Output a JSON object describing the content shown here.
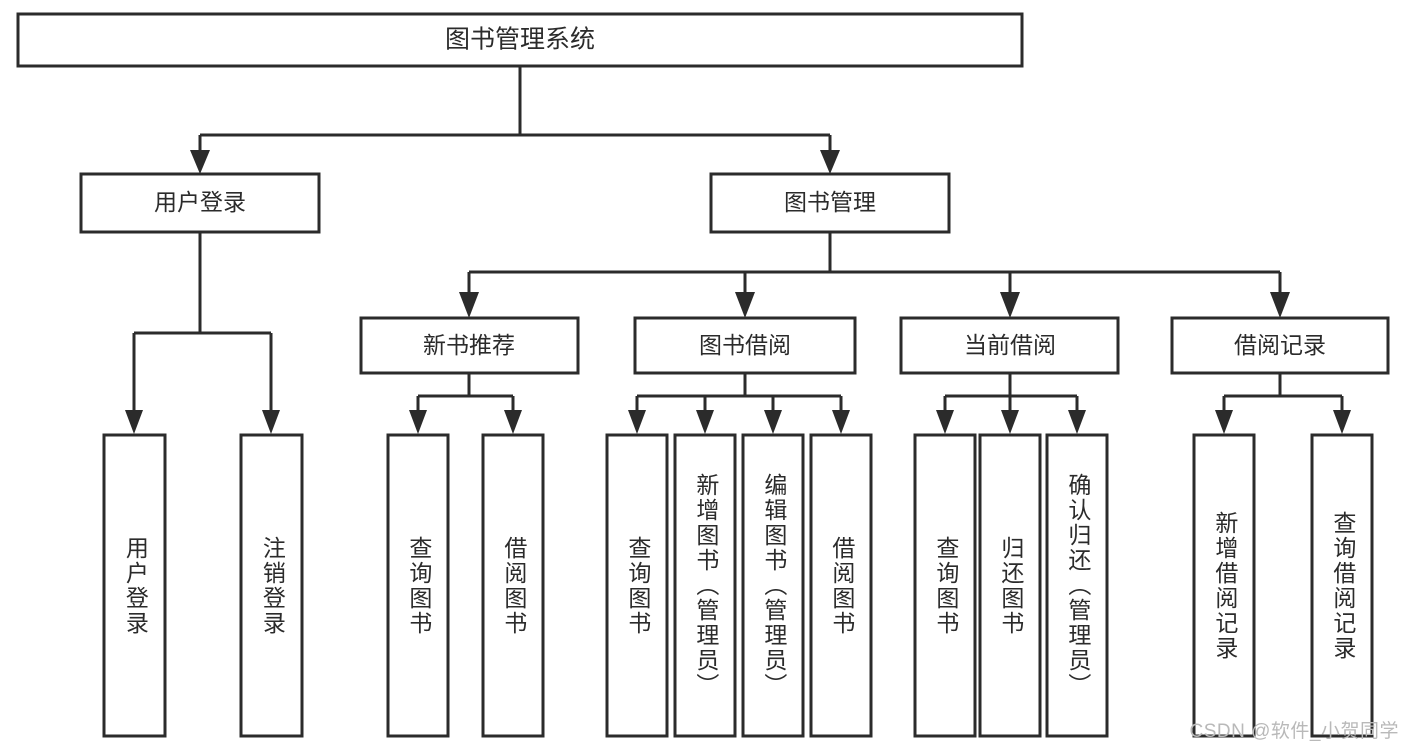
{
  "diagram": {
    "title": "图书管理系统",
    "type": "hierarchy-tree",
    "watermark": "CSDN @软件_小贺同学",
    "root": {
      "label": "图书管理系统",
      "level": 1
    },
    "level2": [
      {
        "label": "用户登录"
      },
      {
        "label": "图书管理"
      }
    ],
    "level3": [
      {
        "label": "新书推荐",
        "parent": "图书管理"
      },
      {
        "label": "图书借阅",
        "parent": "图书管理"
      },
      {
        "label": "当前借阅",
        "parent": "图书管理"
      },
      {
        "label": "借阅记录",
        "parent": "图书管理"
      }
    ],
    "leaves": {
      "用户登录": [
        {
          "label": "用户登录"
        },
        {
          "label": "注销登录"
        }
      ],
      "新书推荐": [
        {
          "label": "查询图书"
        },
        {
          "label": "借阅图书"
        }
      ],
      "图书借阅": [
        {
          "label": "查询图书"
        },
        {
          "label": "新增图书（管理员）"
        },
        {
          "label": "编辑图书（管理员）"
        },
        {
          "label": "借阅图书"
        }
      ],
      "当前借阅": [
        {
          "label": "查询图书"
        },
        {
          "label": "归还图书"
        },
        {
          "label": "确认归还（管理员）"
        }
      ],
      "借阅记录": [
        {
          "label": "新增借阅记录"
        },
        {
          "label": "查询借阅记录"
        }
      ]
    },
    "colors": {
      "stroke": "#2b2b2b",
      "fill": "#ffffff",
      "text": "#2b2b2b",
      "watermark": "#b9b9b9",
      "background": "#ffffff"
    }
  }
}
